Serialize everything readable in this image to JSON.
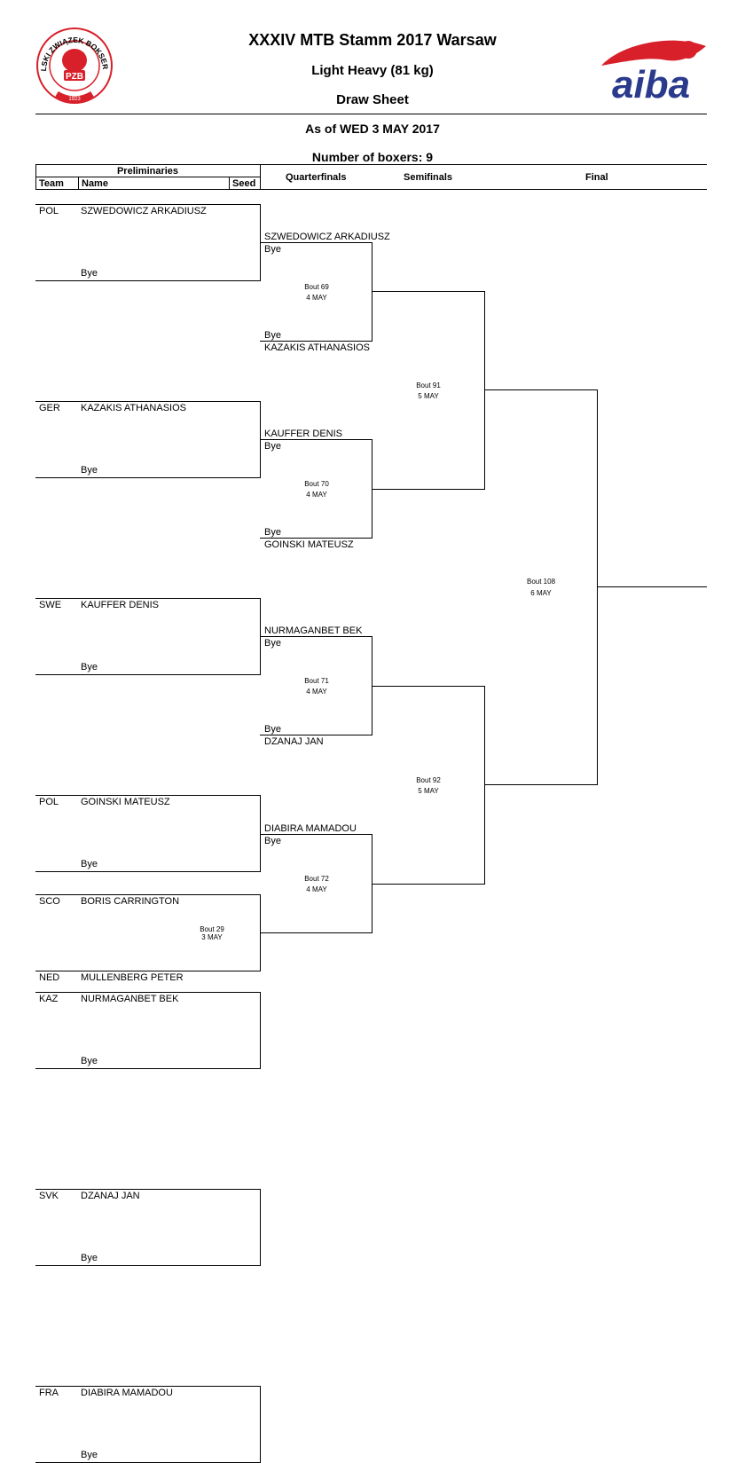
{
  "header": {
    "title": "XXXIV MTB Stamm 2017 Warsaw",
    "weight_class": "Light Heavy (81 kg)",
    "sheet_type": "Draw Sheet",
    "as_of": "As of WED 3 MAY 2017",
    "num_boxers": "Number of boxers: 9"
  },
  "logos": {
    "pzb_ring_text": "POLSKI ZWIĄZEK BOKSERSKI",
    "pzb_abbr": "PZB",
    "pzb_year": "1923",
    "aiba_text": "aiba",
    "aiba_color": "#2a3a8c",
    "accent_red": "#d8202a"
  },
  "columns": {
    "preliminaries": "Preliminaries",
    "team": "Team",
    "name": "Name",
    "seed": "Seed",
    "quarterfinals": "Quarterfinals",
    "semifinals": "Semifinals",
    "final": "Final"
  },
  "preliminaries": [
    {
      "team": "POL",
      "name": "SZWEDOWICZ ARKADIUSZ"
    },
    {
      "team": "",
      "name": "Bye"
    },
    {
      "team": "GER",
      "name": "KAZAKIS ATHANASIOS"
    },
    {
      "team": "",
      "name": "Bye"
    },
    {
      "team": "SWE",
      "name": "KAUFFER DENIS"
    },
    {
      "team": "",
      "name": "Bye"
    },
    {
      "team": "POL",
      "name": "GOINSKI MATEUSZ"
    },
    {
      "team": "",
      "name": "Bye"
    },
    {
      "team": "KAZ",
      "name": "NURMAGANBET BEK"
    },
    {
      "team": "",
      "name": "Bye"
    },
    {
      "team": "SVK",
      "name": "DZANAJ JAN"
    },
    {
      "team": "",
      "name": "Bye"
    },
    {
      "team": "FRA",
      "name": "DIABIRA MAMADOU"
    },
    {
      "team": "",
      "name": "Bye"
    },
    {
      "team": "SCO",
      "name": "BORIS CARRINGTON"
    },
    {
      "team": "NED",
      "name": "MULLENBERG PETER"
    }
  ],
  "prelim_bout": {
    "bout": "Bout 29",
    "date": "3 MAY"
  },
  "quarterfinals": [
    {
      "top": "SZWEDOWICZ ARKADIUSZ",
      "top_under": "Bye",
      "bottom_over": "Bye",
      "bottom": "KAZAKIS ATHANASIOS",
      "bout": "Bout 69",
      "date": "4 MAY"
    },
    {
      "top": "KAUFFER DENIS",
      "top_under": "Bye",
      "bottom_over": "Bye",
      "bottom": "GOINSKI MATEUSZ",
      "bout": "Bout 70",
      "date": "4 MAY"
    },
    {
      "top": "NURMAGANBET BEK",
      "top_under": "Bye",
      "bottom_over": "Bye",
      "bottom": "DZANAJ JAN",
      "bout": "Bout 71",
      "date": "4 MAY"
    },
    {
      "top": "DIABIRA MAMADOU",
      "top_under": "Bye",
      "bottom_over": "",
      "bottom": "",
      "bout": "Bout 72",
      "date": "4 MAY"
    }
  ],
  "semifinals": [
    {
      "bout": "Bout 91",
      "date": "5 MAY"
    },
    {
      "bout": "Bout 92",
      "date": "5 MAY"
    }
  ],
  "final": {
    "bout": "Bout 108",
    "date": "6 MAY"
  }
}
